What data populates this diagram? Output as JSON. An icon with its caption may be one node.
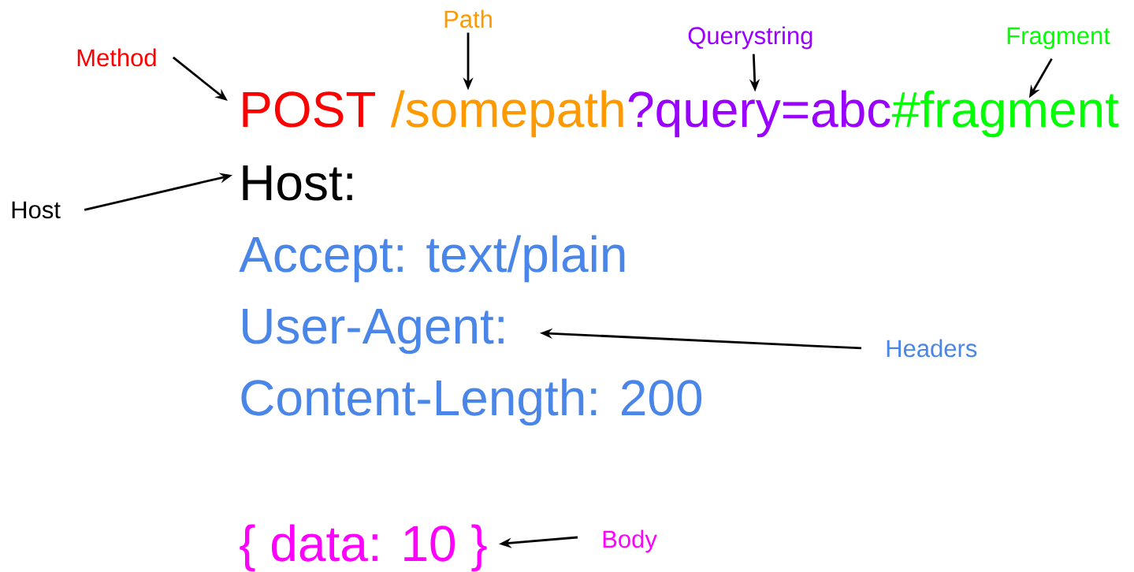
{
  "diagram": {
    "nodes": [
      {
        "text": [
          "Path"
        ]
      },
      {
        "text": [
          "Querystring"
        ]
      },
      {
        "text": [
          "Fragment"
        ]
      },
      {
        "text": [
          "Method"
        ]
      },
      {
        "text": [
          "POST"
        ]
      },
      {
        "text": [
          "/somepath"
        ]
      },
      {
        "text": [
          "?query=abc"
        ]
      },
      {
        "text": [
          "#fragment"
        ]
      },
      {
        "text": [
          "Host"
        ]
      },
      {
        "text": [
          "Host:"
        ]
      },
      {
        "text": [
          "User-Agent:"
        ]
      },
      {
        "text": [
          "Headers"
        ]
      },
      {
        "text": [
          "{ data: 10 }"
        ]
      },
      {
        "text": [
          "Body"
        ]
      }
    ],
    "edges": [
      {
        "from": 3,
        "to": 4,
        "arrow": "to"
      },
      {
        "from": 0,
        "to": 5,
        "arrow": "to"
      },
      {
        "from": 1,
        "to": 6,
        "arrow": "to"
      },
      {
        "from": 2,
        "to": 7,
        "arrow": "to"
      },
      {
        "from": 8,
        "to": 9,
        "arrow": "to"
      },
      {
        "from": 11,
        "to": 10,
        "arrow": "to"
      },
      {
        "from": 13,
        "to": 12,
        "arrow": "to"
      }
    ],
    "labels": [
      "Accept: text/plain",
      "Content-Length: 200"
    ]
  }
}
